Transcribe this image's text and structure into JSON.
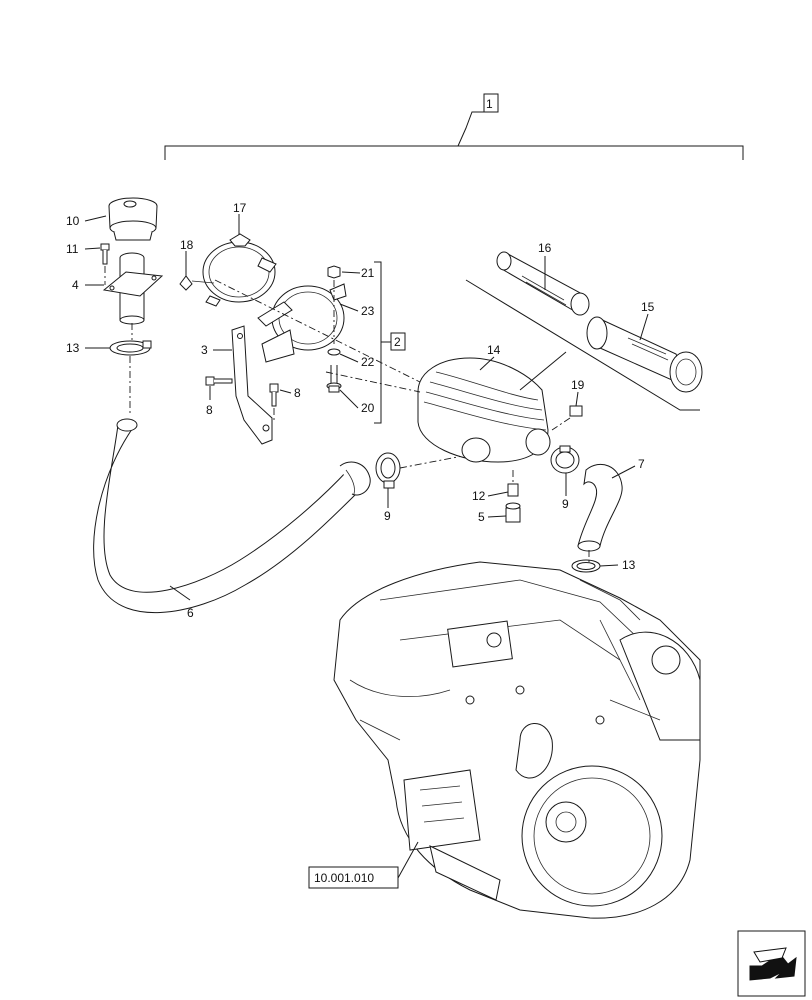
{
  "labels": {
    "l1": "1",
    "l2": "2",
    "l3": "3",
    "l4": "4",
    "l5": "5",
    "l6": "6",
    "l7": "7",
    "l8a": "8",
    "l8b": "8",
    "l9a": "9",
    "l9b": "9",
    "l10": "10",
    "l11": "11",
    "l12": "12",
    "l13a": "13",
    "l13b": "13",
    "l14": "14",
    "l15": "15",
    "l16": "16",
    "l17": "17",
    "l18": "18",
    "l19": "19",
    "l20": "20",
    "l21": "21",
    "l22": "22",
    "l23": "23"
  },
  "reference": "10.001.010",
  "nav_icon": "next-page-arrow-icon"
}
